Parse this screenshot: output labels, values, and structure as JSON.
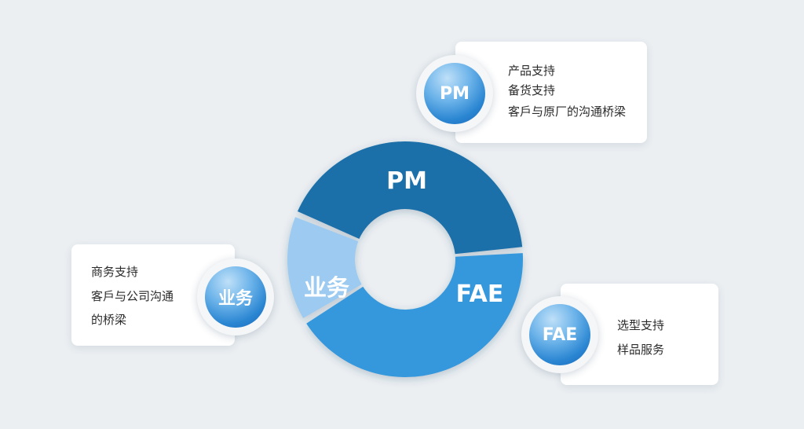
{
  "ring": {
    "segments": [
      {
        "label": "PM",
        "color": "#1f6faa"
      },
      {
        "label": "FAE",
        "color": "#3597dc"
      },
      {
        "label": "业务",
        "color": "#9ccaf0"
      }
    ]
  },
  "cards": {
    "pm": {
      "badge": "PM",
      "lines": [
        "产品支持",
        "备货支持",
        "客戶与原厂的沟通桥梁"
      ]
    },
    "fae": {
      "badge": "FAE",
      "lines": [
        "选型支持",
        "样品服务"
      ]
    },
    "biz": {
      "badge": "业务",
      "lines": [
        "商务支持",
        "客戶与公司沟通",
        "的桥梁"
      ]
    }
  }
}
